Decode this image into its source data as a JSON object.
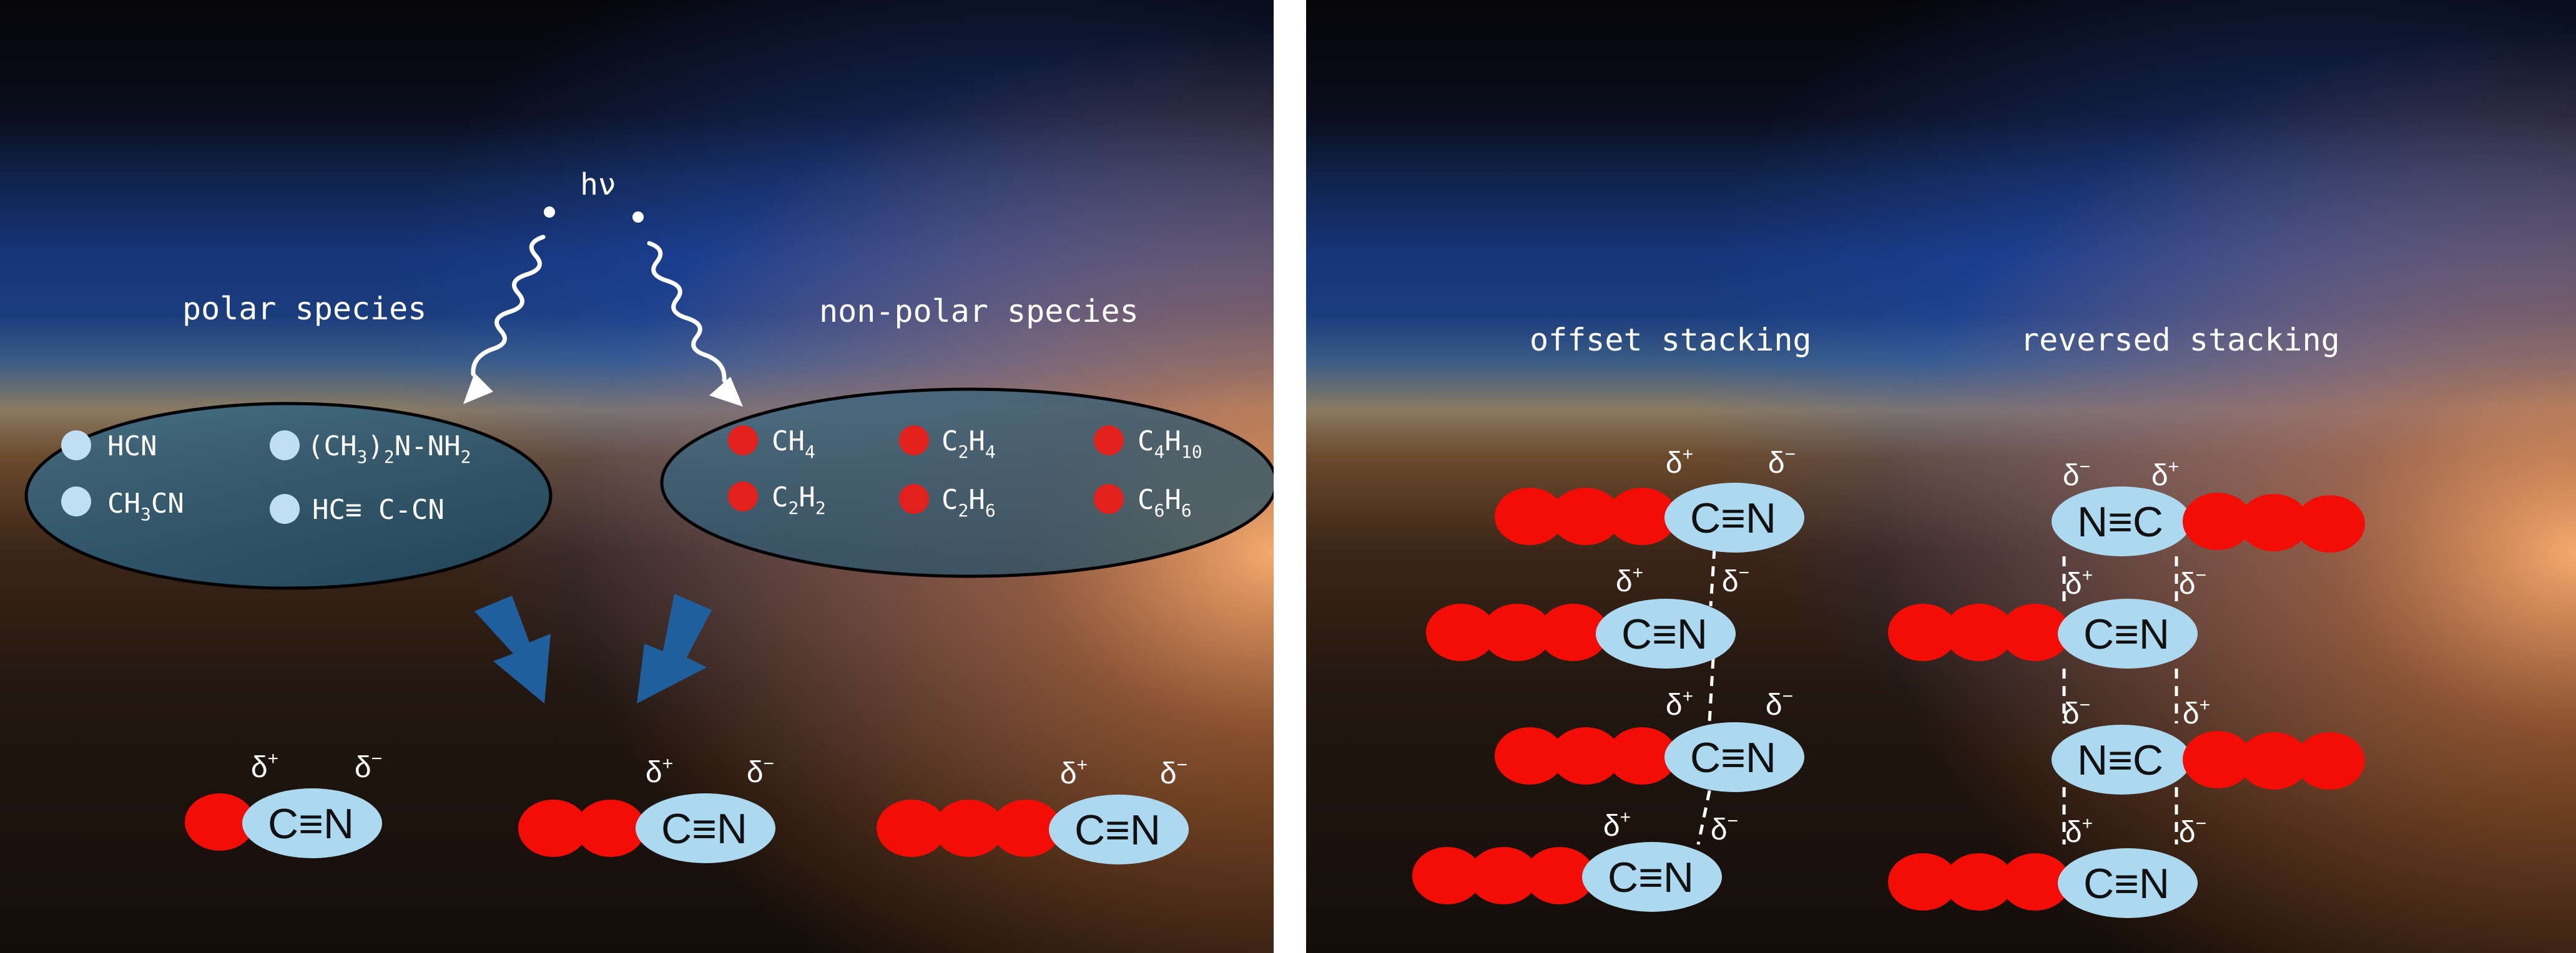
{
  "colors": {
    "polar_dot": "#bfe0f3",
    "nonpolar_dot": "#e3211c",
    "alkyl": "#f20d06",
    "nitrile": "#acd9f0",
    "arrow": "#1f5f9e",
    "label": "#ffffff"
  },
  "left": {
    "photon_label": "hν",
    "polar_title": "polar species",
    "nonpolar_title": "non-polar species",
    "polar_species": [
      {
        "base": "HCN",
        "sub": "",
        "tail": "",
        "sub2": "",
        "tail2": ""
      },
      {
        "base": "(CH",
        "sub": "3",
        "tail": ")",
        "sub2": "2",
        "tail2": "N-NH",
        "sub3": "2"
      },
      {
        "base": "CH",
        "sub": "3",
        "tail": "CN",
        "sub2": "",
        "tail2": ""
      },
      {
        "base": "HC≡ C-CN",
        "sub": "",
        "tail": "",
        "sub2": "",
        "tail2": ""
      }
    ],
    "nonpolar_species": [
      {
        "a": "CH",
        "as": "4",
        "b": "",
        "bs": ""
      },
      {
        "a": "C",
        "as": "2",
        "b": "H",
        "bs": "4"
      },
      {
        "a": "C",
        "as": "4",
        "b": "H",
        "bs": "10"
      },
      {
        "a": "C",
        "as": "2",
        "b": "H",
        "bs": "2"
      },
      {
        "a": "C",
        "as": "2",
        "b": "H",
        "bs": "6"
      },
      {
        "a": "C",
        "as": "6",
        "b": "H",
        "bs": "6"
      }
    ],
    "molecule_label": "C≡N",
    "delta_plus": "δ",
    "delta_minus": "δ",
    "plus": "+",
    "minus": "−"
  },
  "right": {
    "offset_title": "offset stacking",
    "reversed_title": "reversed stacking",
    "cn_label": "C≡N",
    "nc_label": "N≡C"
  }
}
